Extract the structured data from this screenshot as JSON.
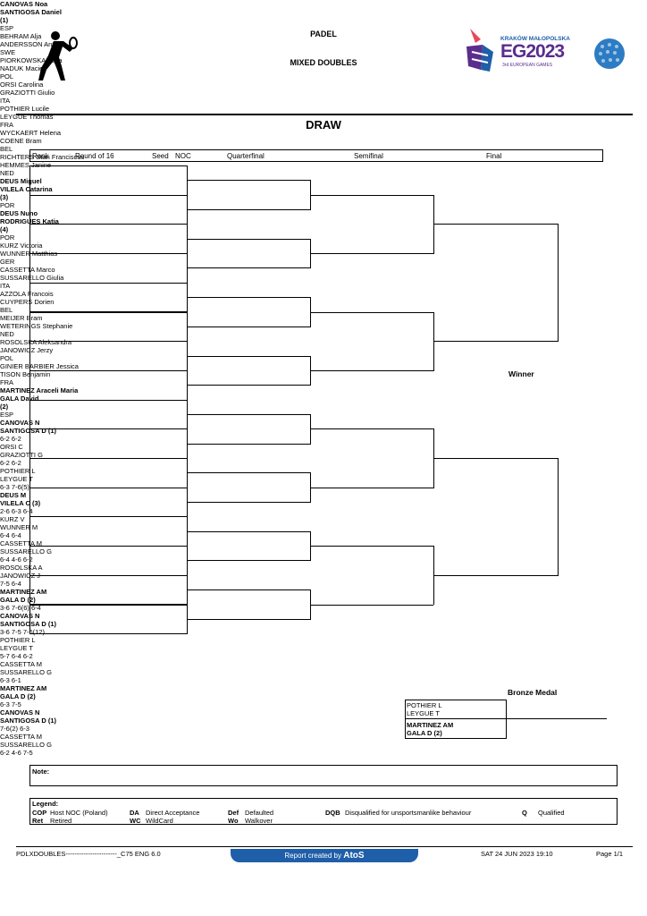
{
  "header": {
    "sport": "PADEL",
    "event": "MIXED DOUBLES",
    "games_logo_text": {
      "city": "KRAKÓW MAŁOPOLSKA",
      "brand": "EG2023",
      "sub": "3rd EUROPEAN GAMES"
    }
  },
  "section_title": "DRAW",
  "columns": {
    "rank": "Rank",
    "r16": "Round of 16",
    "seed": "Seed",
    "noc": "NOC",
    "qf": "Quarterfinal",
    "sf": "Semifinal",
    "final": "Final"
  },
  "r16": [
    {
      "p1": "CANOVAS Noa",
      "p2": "SANTIGOSA Daniel",
      "seed": "(1)",
      "noc": "ESP",
      "bold": true
    },
    {
      "p1": "BEHRAM Alja",
      "p2": "ANDERSSON Anton",
      "seed": "",
      "noc": "SWE",
      "bold": false
    },
    {
      "p1": "PIORKOWSKA Zofia",
      "p2": "NADUK Maciej",
      "seed": "",
      "noc": "POL",
      "bold": false
    },
    {
      "p1": "ORSI Carolina",
      "p2": "GRAZIOTTI Giulio",
      "seed": "",
      "noc": "ITA",
      "bold": false
    },
    {
      "p1": "POTHIER Lucile",
      "p2": "LEYGUE Thomas",
      "seed": "",
      "noc": "FRA",
      "bold": false
    },
    {
      "p1": "WYCKAERT Helena",
      "p2": "COENE Bram",
      "seed": "",
      "noc": "BEL",
      "bold": false
    },
    {
      "p1": "RICHTERS Stan Franciscus",
      "p2": "HEMMES Janine",
      "seed": "",
      "noc": "NED",
      "bold": false
    },
    {
      "p1": "DEUS Miguel",
      "p2": "VILELA Catarina",
      "seed": "(3)",
      "noc": "POR",
      "bold": true
    },
    {
      "p1": "DEUS Nuno",
      "p2": "RODRIGUES Katia",
      "seed": "(4)",
      "noc": "POR",
      "bold": true
    },
    {
      "p1": "KURZ Victoria",
      "p2": "WUNNER Matthias",
      "seed": "",
      "noc": "GER",
      "bold": false
    },
    {
      "p1": "CASSETTA Marco",
      "p2": "SUSSARELLO Giulia",
      "seed": "",
      "noc": "ITA",
      "bold": false
    },
    {
      "p1": "AZZOLA Francois",
      "p2": "CUYPERS Dorien",
      "seed": "",
      "noc": "BEL",
      "bold": false
    },
    {
      "p1": "MEIJER Bram",
      "p2": "WETERINGS Stephanie",
      "seed": "",
      "noc": "NED",
      "bold": false
    },
    {
      "p1": "ROSOLSKA Aleksandra",
      "p2": "JANOWICZ Jerzy",
      "seed": "",
      "noc": "POL",
      "bold": false
    },
    {
      "p1": "GINIER BARBIER Jessica",
      "p2": "TISON Benjamin",
      "seed": "",
      "noc": "FRA",
      "bold": false
    },
    {
      "p1": "MARTINEZ Araceli Maria",
      "p2": "GALA David",
      "seed": "(2)",
      "noc": "ESP",
      "bold": true
    }
  ],
  "qf": [
    {
      "a": "CANOVAS N",
      "b": "SANTIGOSA D (1)",
      "score": "6-2 6-2",
      "bold": true
    },
    {
      "a": "ORSI C",
      "b": "GRAZIOTTI G",
      "score": "6-2 6-2",
      "bold": false
    },
    {
      "a": "POTHIER L",
      "b": "LEYGUE T",
      "score": "6-3 7-6(5)",
      "bold": false
    },
    {
      "a": "DEUS M",
      "b": "VILELA C (3)",
      "score": "2-6 6-3 6-4",
      "bold": true
    },
    {
      "a": "KURZ V",
      "b": "WUNNER M",
      "score": "6-4 6-4",
      "bold": false
    },
    {
      "a": "CASSETTA M",
      "b": "SUSSARELLO G",
      "score": "6-4 4-6 6-2",
      "bold": false
    },
    {
      "a": "ROSOLSKA A",
      "b": "JANOWICZ J",
      "score": "7-5 6-4",
      "bold": false
    },
    {
      "a": "MARTINEZ AM",
      "b": "GALA D (2)",
      "score": "3-6 7-6(6) 6-4",
      "bold": true
    }
  ],
  "sf": [
    {
      "a": "CANOVAS N",
      "b": "SANTIGOSA D (1)",
      "score": "3-6 7-5 7-6(12)",
      "bold": true
    },
    {
      "a": "POTHIER L",
      "b": "LEYGUE T",
      "score": "5-7 6-4 6-2",
      "bold": false
    },
    {
      "a": "CASSETTA M",
      "b": "SUSSARELLO G",
      "score": "6-3 6-1",
      "bold": false
    },
    {
      "a": "MARTINEZ AM",
      "b": "GALA D (2)",
      "score": "6-3 7-5",
      "bold": true
    }
  ],
  "final": [
    {
      "a": "CANOVAS N",
      "b": "SANTIGOSA D (1)",
      "score": "7-6(2) 6-3",
      "bold": true
    },
    {
      "a": "CASSETTA M",
      "b": "SUSSARELLO G",
      "score": "6-2 4-6 7-5",
      "bold": false
    }
  ],
  "winner_label": "Winner",
  "bronze": {
    "title": "Bronze Medal",
    "team1": {
      "a": "POTHIER L",
      "b": "LEYGUE T"
    },
    "team2": {
      "a": "MARTINEZ AM",
      "b": "GALA D (2)"
    }
  },
  "note_label": "Note:",
  "legend": {
    "title": "Legend:",
    "items": [
      {
        "code": "COP",
        "desc": "Host NOC (Poland)"
      },
      {
        "code": "Ret",
        "desc": "Retired"
      },
      {
        "code": "DA",
        "desc": "Direct Acceptance"
      },
      {
        "code": "WC",
        "desc": "WildCard"
      },
      {
        "code": "Def",
        "desc": "Defaulted"
      },
      {
        "code": "Wo",
        "desc": "Walkover"
      },
      {
        "code": "DQB",
        "desc": "Disqualified for unsportsmanlike behaviour"
      },
      {
        "code": "Q",
        "desc": "Qualified"
      }
    ]
  },
  "footer": {
    "code": "PDLXDOUBLES-----------------------_C75 ENG 6.0",
    "report": "Report created by",
    "brand": "AtoS",
    "datetime": "SAT 24 JUN 2023 19:10",
    "page": "Page 1/1"
  },
  "colors": {
    "blue": "#1f5ea8",
    "purple": "#5b2d8e"
  }
}
